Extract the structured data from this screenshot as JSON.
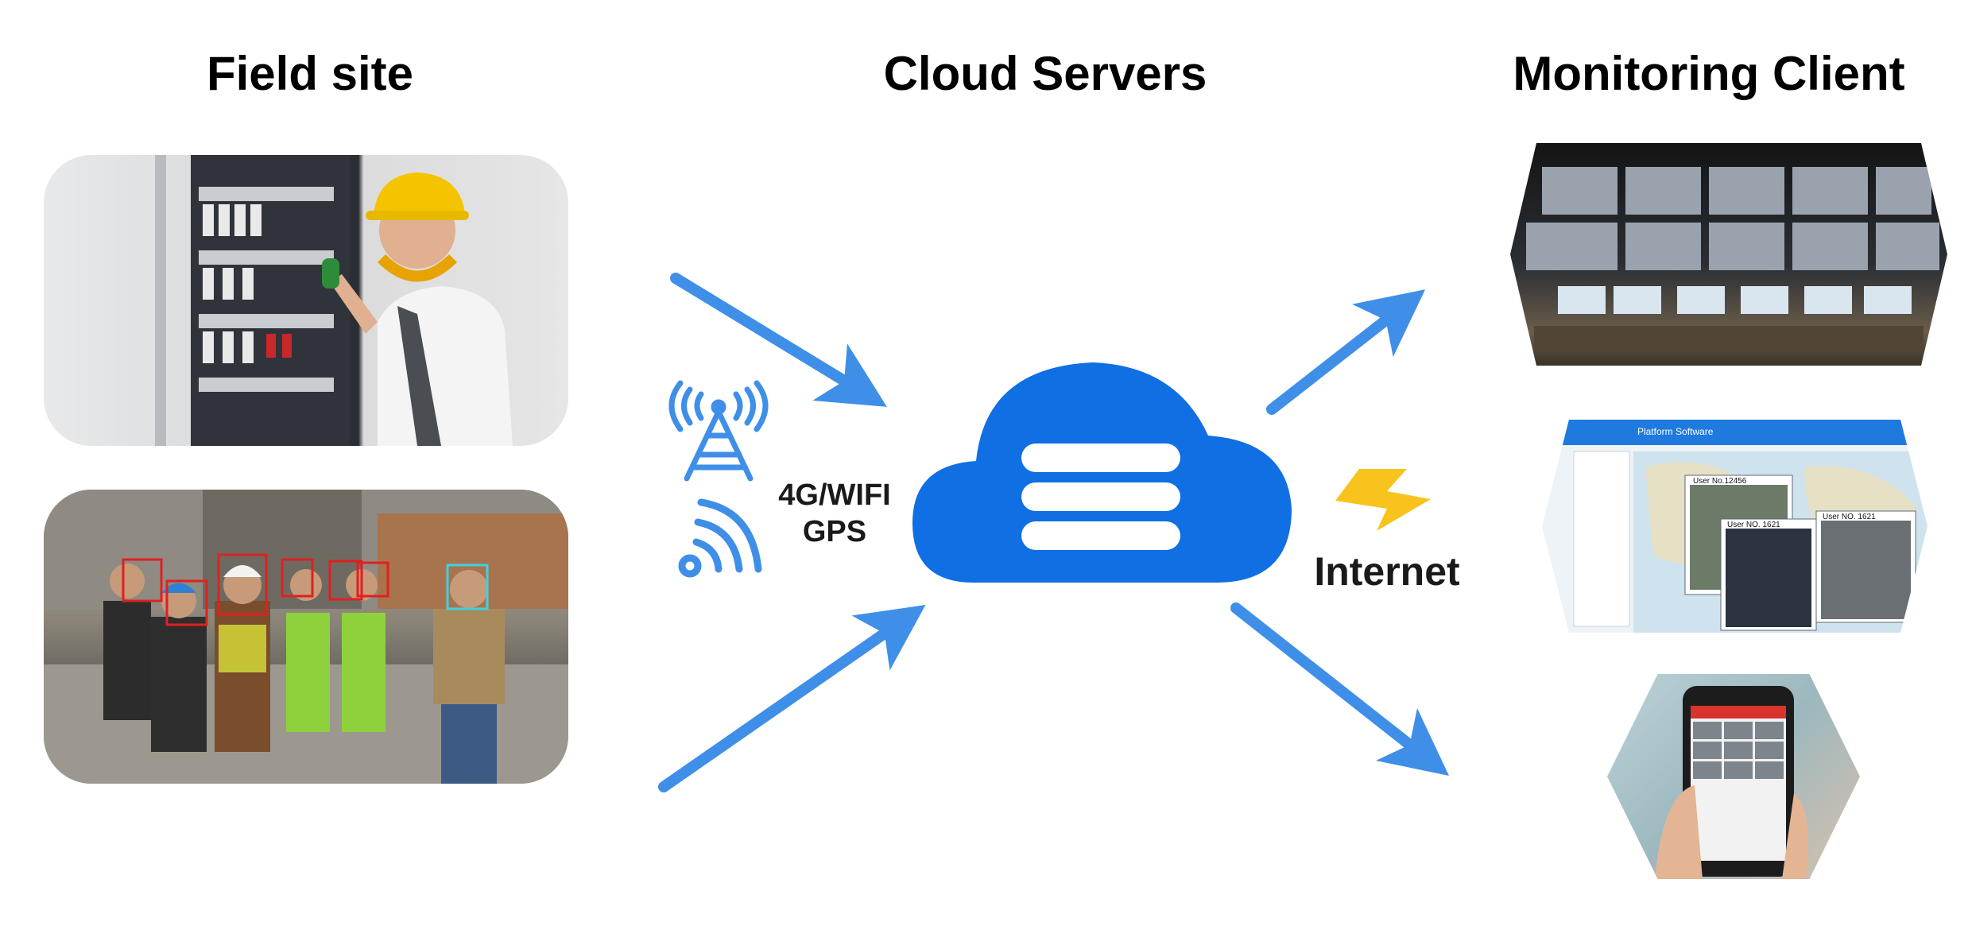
{
  "headings": {
    "field_site": "Field site",
    "cloud_servers": "Cloud Servers",
    "monitoring_client": "Monitoring Client"
  },
  "connectivity": {
    "line1": "4G/WIFI",
    "line2": "GPS"
  },
  "internet_label": "Internet",
  "colors": {
    "arrow": "#3f8fe8",
    "cloud": "#0f6fe3",
    "lightning": "#f7c31c"
  },
  "software_screen": {
    "title": "Platform Software",
    "windows": [
      "User No.12456",
      "User NO. 1621",
      "User NO. 1621"
    ]
  },
  "icons": [
    "cell-tower-icon",
    "wifi-signal-icon",
    "cloud-server-icon",
    "lightning-icon"
  ]
}
